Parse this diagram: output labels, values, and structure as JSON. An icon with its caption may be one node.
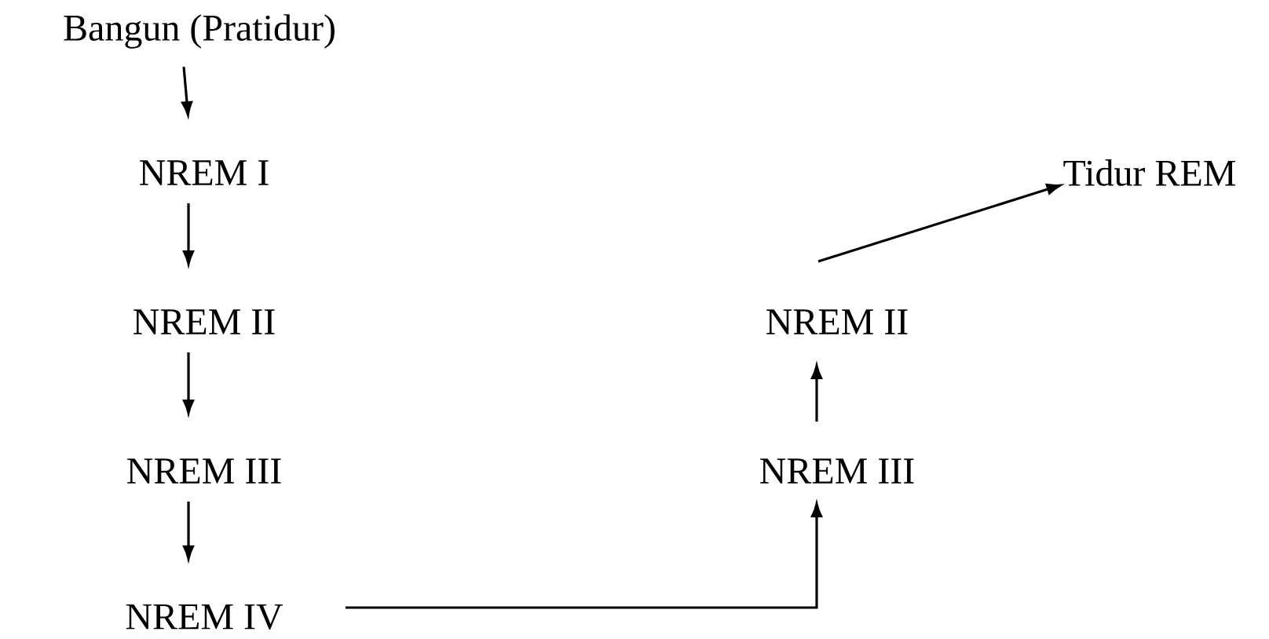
{
  "diagram": {
    "nodes": [
      {
        "text": [
          "Bangun (Pratidur)"
        ]
      },
      {
        "text": [
          "NREM I"
        ]
      },
      {
        "text": [
          "NREM II"
        ]
      },
      {
        "text": [
          "NREM III"
        ]
      },
      {
        "text": [
          "NREM IV"
        ]
      },
      {
        "text": [
          "NREM III"
        ]
      },
      {
        "text": [
          "NREM II"
        ]
      },
      {
        "text": [
          "Tidur REM"
        ]
      }
    ],
    "edges": [
      {
        "from": 0,
        "to": 1,
        "arrow": "to"
      },
      {
        "from": 1,
        "to": 2,
        "arrow": "to"
      },
      {
        "from": 2,
        "to": 3,
        "arrow": "to"
      },
      {
        "from": 3,
        "to": 4,
        "arrow": "to"
      },
      {
        "from": 4,
        "to": 5,
        "arrow": "to"
      },
      {
        "from": 5,
        "to": 6,
        "arrow": "to"
      },
      {
        "from": 6,
        "to": 7,
        "arrow": "to"
      }
    ]
  }
}
